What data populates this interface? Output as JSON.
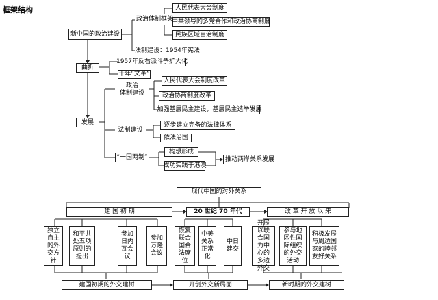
{
  "section_title": "框架结构",
  "top": {
    "root": "新中国的政治建设",
    "system_frame": "政治体制框架",
    "system_items": [
      "人民代表大会制度",
      "中共领导的多党合作和政治协商制度",
      "民族区域自治制度"
    ],
    "legal_1954": "法制建设：1954年宪法",
    "twist": "曲折",
    "twist_items": [
      "1957年反右派斗争扩大化",
      "十年“文革”"
    ],
    "develop": "发展",
    "pol_build": "政治\n体制建设",
    "pol_items": [
      "人民代表大会制度改革",
      "政治协商制度改革",
      "加强基层民主建设，基层民主选举发展"
    ],
    "law_build": "法制建设",
    "law_items": [
      "逐步建立完备的法律体系",
      "依法治国"
    ],
    "octs": "“一国两制”",
    "octs_items": [
      "构想形成",
      "成功实践于港澳"
    ],
    "cross_strait": "推动两岸关系发展"
  },
  "bottom": {
    "root": "现代中国的对外关系",
    "periods": [
      "建 国 初 期",
      "20 世纪 70 年代",
      "改 革 开 放 以 来"
    ],
    "early_items": [
      "独立自主的外交方针",
      "和平共处五项原则的提出",
      "参加日内瓦会议",
      "参加万隆会议"
    ],
    "seventies_items": [
      "恢复联合国合法席位",
      "中美关系正常化",
      "中日建交"
    ],
    "reform_items": [
      "开展以联合国为中心的多边外交",
      "参与地区性国际组织的外交活动",
      "积极发展与周边国家的睦邻友好关系"
    ],
    "stages": [
      "建国初期的外交建树",
      "开创外交新局面",
      "新时期的外交建树"
    ]
  }
}
